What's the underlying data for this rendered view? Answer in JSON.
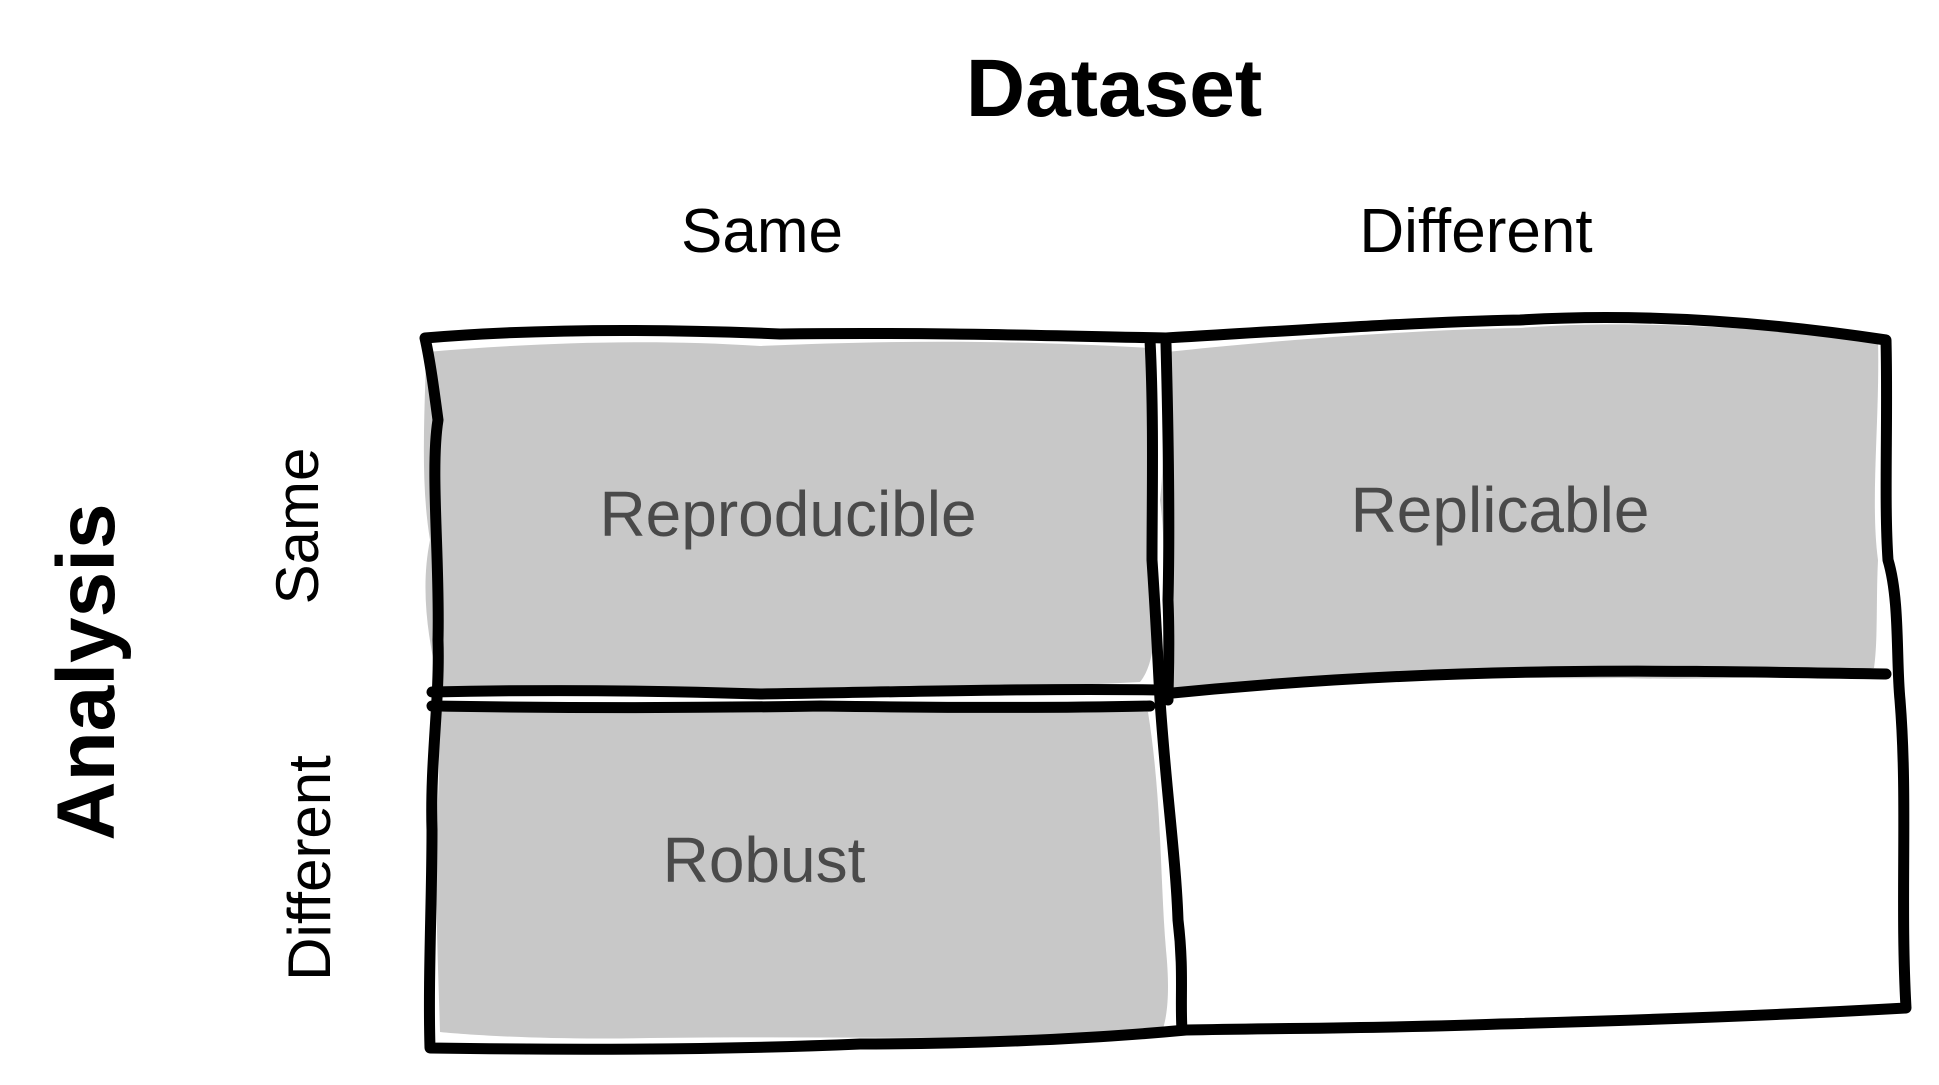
{
  "column_axis": {
    "title": "Dataset",
    "columns": [
      "Same",
      "Different"
    ]
  },
  "row_axis": {
    "title": "Analysis",
    "rows": [
      "Same",
      "Different"
    ]
  },
  "cells": {
    "same_same": "Reproducible",
    "same_different": "Replicable",
    "different_same": "Robust",
    "different_different": ""
  },
  "colors": {
    "fill": "#c8c8c8",
    "line": "#000000",
    "cell_text": "#4a4a4a",
    "background": "#ffffff"
  }
}
